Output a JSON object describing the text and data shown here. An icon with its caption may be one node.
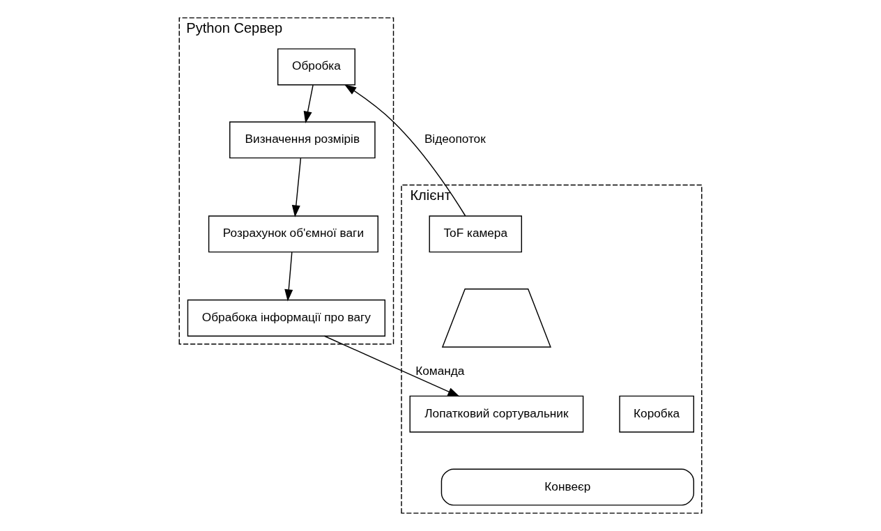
{
  "diagram": {
    "nodes": [
      {
        "text": [
          "Клієнт"
        ]
      },
      {
        "text": [
          "ToF камера"
        ],
        "in": 0
      },
      {
        "text": [],
        "shape": "trapezoid",
        "in": 0
      },
      {
        "text": [
          "Коробка"
        ],
        "in": 0
      },
      {
        "text": [
          "Конвеєр"
        ],
        "in": 0
      },
      {
        "text": [
          "Лопатковий сортувальник"
        ],
        "in": 0
      },
      {
        "text": [
          "Python Сервер"
        ]
      },
      {
        "text": [
          "Обробка"
        ],
        "in": 6
      },
      {
        "text": [
          "Визначення розмірів"
        ],
        "in": 6
      },
      {
        "text": [
          "Розрахунок об'ємної ваги"
        ],
        "in": 6
      },
      {
        "text": [
          "Обрабока інформації про вагу"
        ],
        "in": 6
      }
    ],
    "edges": [
      {
        "from": 1,
        "to": 7,
        "arrow": "to",
        "label": "Відеопоток"
      },
      {
        "from": 7,
        "to": 8,
        "arrow": "to"
      },
      {
        "from": 8,
        "to": 9,
        "arrow": "to"
      },
      {
        "from": 9,
        "to": 10,
        "arrow": "to"
      },
      {
        "from": 10,
        "to": 5,
        "arrow": "to",
        "label": "Команда"
      }
    ]
  }
}
